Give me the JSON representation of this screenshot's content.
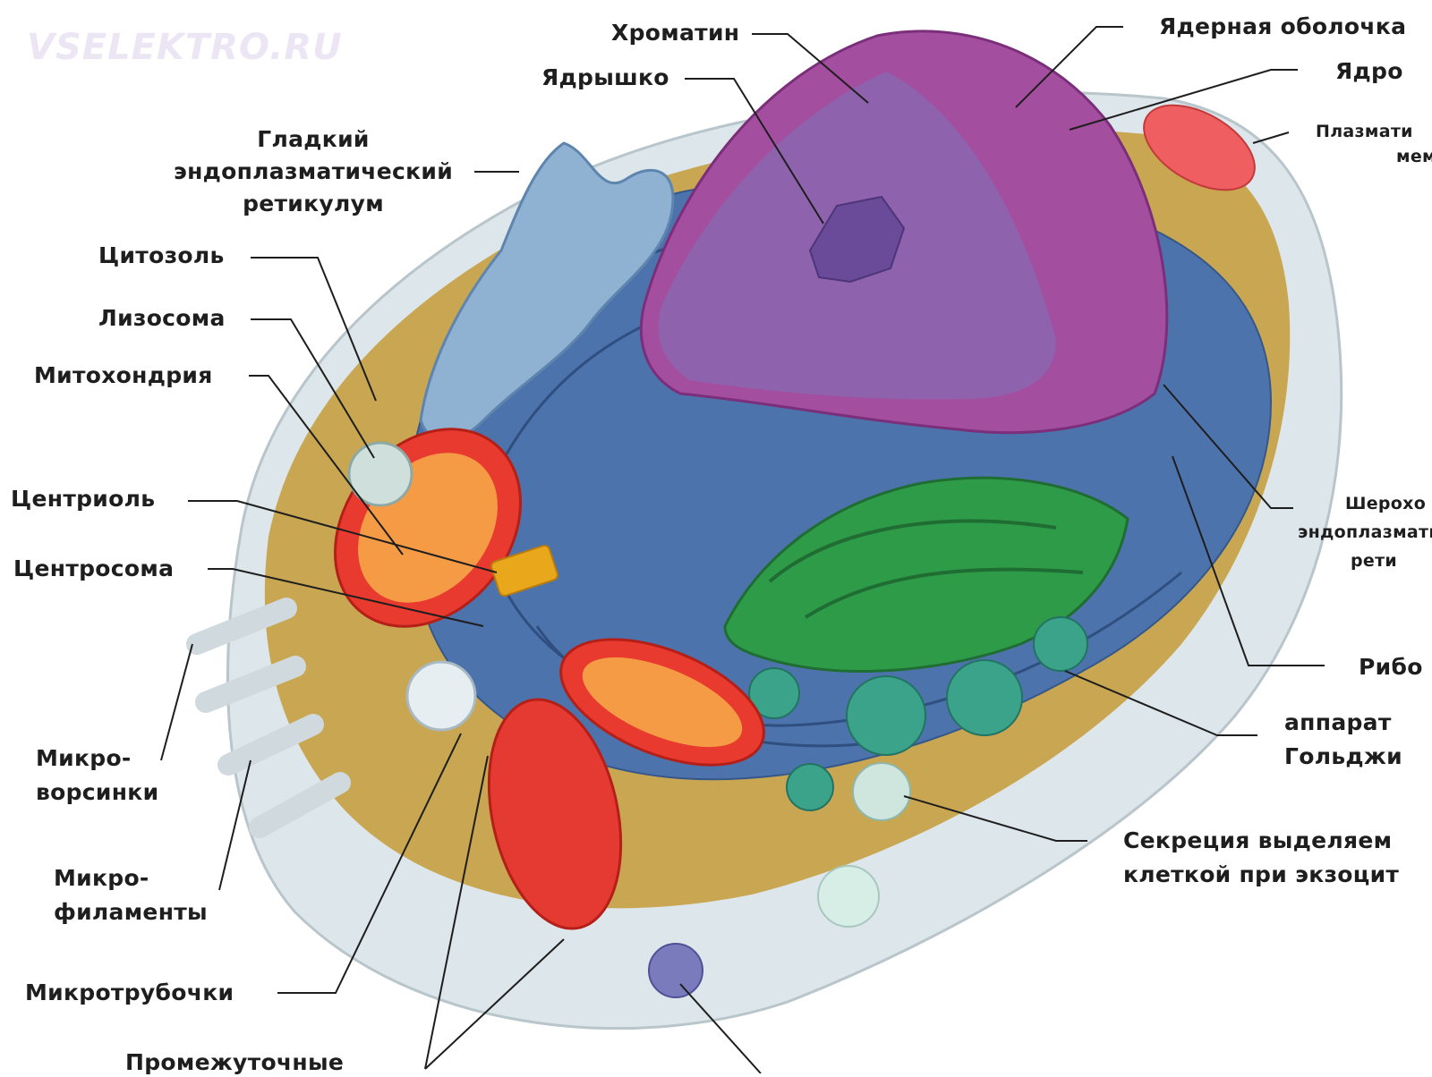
{
  "watermark": "VSELEKTRO.RU",
  "labels": {
    "chromatin": "Хроматин",
    "nuclear_envelope": "Ядерная оболочка",
    "nucleolus": "Ядрышко",
    "nucleus": "Ядро",
    "plasma_membrane_1": "Плазмати",
    "plasma_membrane_2": "мем",
    "smooth_er_1": "Гладкий",
    "smooth_er_2": "эндоплазматический",
    "smooth_er_3": "ретикулум",
    "cytosol": "Цитозоль",
    "lysosome": "Лизосома",
    "mitochondrion": "Митохондрия",
    "centriole": "Центриоль",
    "centrosome": "Центросома",
    "rough_er_1": "Шерохо",
    "rough_er_2": "эндоплазмати",
    "rough_er_3": "рети",
    "ribosomes": "Рибо",
    "golgi_1": "аппарат",
    "golgi_2": "Гольджи",
    "microvilli_1": "Микро-",
    "microvilli_2": "ворсинки",
    "microfilaments_1": "Микро-",
    "microfilaments_2": "филаменты",
    "microtubules": "Микротрубочки",
    "secretion_1": "Секреция выделяем",
    "secretion_2": "клеткой при экзоцит",
    "intermediate": "Промежуточные"
  },
  "colors": {
    "cytosol": "#c9a651",
    "membrane": "#dde6ea",
    "er": "#4d73ad",
    "smooth_er": "#8fb2d3",
    "nucleus": "#a44ea0",
    "nucleus_cut": "#8e62ad",
    "mitochondria": "#e83a2f",
    "mito_inner": "#f59a45",
    "golgi": "#2e9b49",
    "vesicle": "#3aa38a",
    "lysosome": "#cfe0dc",
    "ink": "#1e1e1e"
  }
}
